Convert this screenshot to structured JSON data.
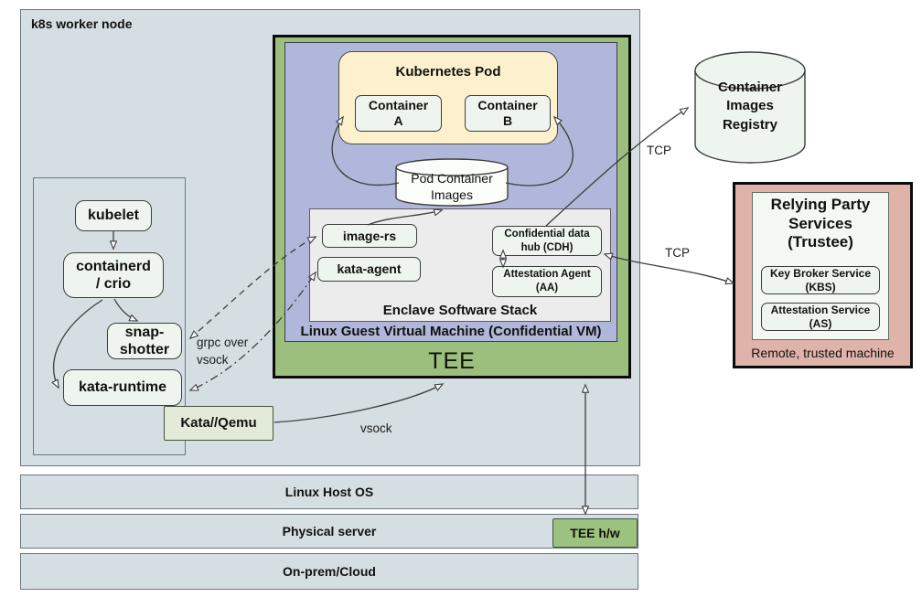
{
  "worker_node": {
    "title": "k8s worker node"
  },
  "runtime_stack": {
    "kubelet": "kubelet",
    "containerd": "containerd\n/ crio",
    "snapshotter": "snap-\nshotter",
    "kata_runtime": "kata-runtime"
  },
  "kata_qemu": {
    "label": "Kata//Qemu"
  },
  "tee": {
    "label": "TEE",
    "guest_vm_label": "Linux Guest Virtual Machine (Confidential VM)",
    "pod": {
      "title": "Kubernetes Pod",
      "container_a": "Container\nA",
      "container_b": "Container\nB"
    },
    "pod_images_label": "Pod Container\nImages",
    "enclave_stack": {
      "title": "Enclave Software Stack",
      "image_rs": "image-rs",
      "kata_agent": "kata-agent",
      "cdh": "Confidential data\nhub (CDH)",
      "aa": "Attestation Agent\n(AA)"
    }
  },
  "registry": {
    "label": "Container\nImages\nRegistry"
  },
  "relying_party": {
    "title": "Relying Party\nServices\n(Trustee)",
    "kbs": "Key Broker Service\n(KBS)",
    "as": "Attestation Service\n(AS)",
    "caption": "Remote, trusted machine"
  },
  "platform": {
    "host_os": "Linux Host OS",
    "physical_server": "Physical server",
    "tee_hw": "TEE h/w",
    "onprem": "On-prem/Cloud"
  },
  "edge_labels": {
    "grpc_vsock": "grpc over\nvsock",
    "vsock": "vsock",
    "tcp_registry": "TCP",
    "tcp_kbs": "TCP"
  },
  "colors": {
    "worker_bg": "#d5dee3",
    "node_fill": "#eef5ee",
    "tee_green": "#9cbf7d",
    "vm_purple": "#b1b7da",
    "pod_yellow": "#fcf1cc",
    "enclave_gray": "#ececec",
    "rp_pink": "#dfb3aa",
    "inner_green": "#f3f9f2",
    "kata_qemu_green": "#e2ebd8",
    "tee_hw_green": "#9cc27f"
  }
}
